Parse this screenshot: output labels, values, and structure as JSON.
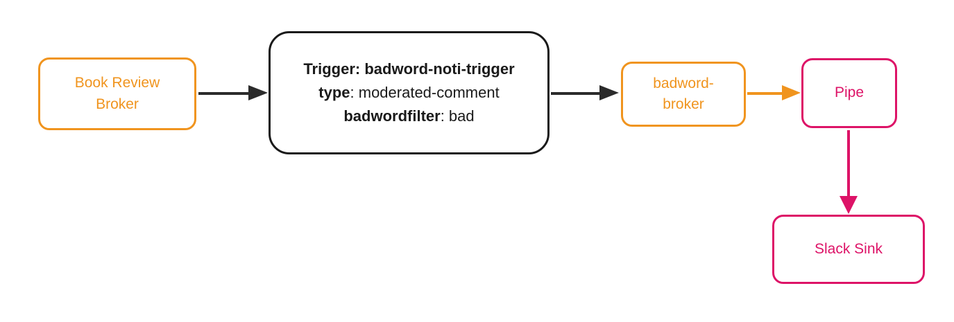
{
  "diagram": {
    "background": "#ffffff",
    "colors": {
      "orange": "#F0941E",
      "pink": "#DD1367",
      "black": "#1A1A1A",
      "arrow_dark": "#2B2B2B"
    },
    "nodes": {
      "book_review_broker": {
        "lines": [
          "Book Review",
          "Broker"
        ]
      },
      "trigger": {
        "line1": "Trigger: badword-noti-trigger",
        "line2_key": "type",
        "line2_rest": ": moderated-comment",
        "line3_key": "badwordfilter",
        "line3_rest": ": bad"
      },
      "badword_broker": {
        "lines": [
          "badword-",
          "broker"
        ]
      },
      "pipe": {
        "lines": [
          "Pipe"
        ]
      },
      "slack_sink": {
        "lines": [
          "Slack Sink"
        ]
      }
    },
    "edges": [
      {
        "from": "book_review_broker",
        "to": "trigger",
        "color": "black"
      },
      {
        "from": "trigger",
        "to": "badword_broker",
        "color": "black"
      },
      {
        "from": "badword_broker",
        "to": "pipe",
        "color": "orange"
      },
      {
        "from": "pipe",
        "to": "slack_sink",
        "color": "pink"
      }
    ]
  }
}
